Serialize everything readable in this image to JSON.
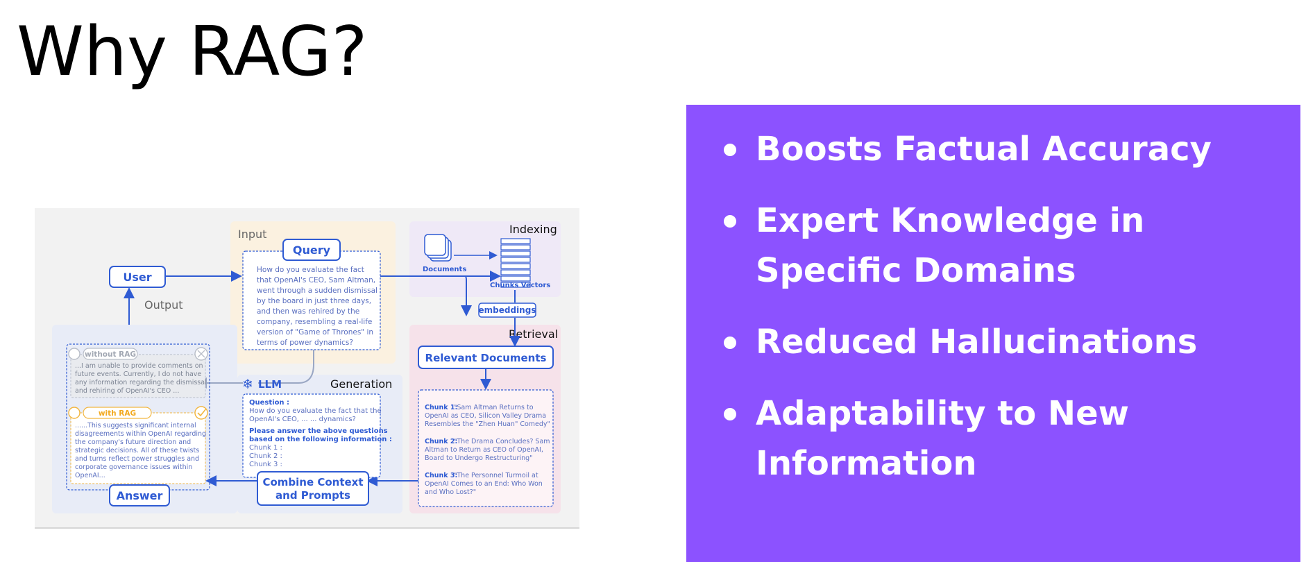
{
  "slide": {
    "title": "Why RAG?"
  },
  "bullets": [
    "Boosts Factual Accuracy",
    "Expert Knowledge in Specific Domains",
    "Reduced Hallucinations",
    "Adaptability to New Information"
  ],
  "colors": {
    "panel": "#8c52ff",
    "diagram_blue": "#2f5bd3"
  },
  "diagram": {
    "input_label": "Input",
    "output_label": "Output",
    "indexing_label": "Indexing",
    "retrieval_label": "Retrieval",
    "generation_label": "Generation",
    "user": "User",
    "query": "Query",
    "query_text": [
      "How do you evaluate the fact",
      "that OpenAI's CEO, Sam Altman,",
      "went through a sudden dismissal",
      "by the board in just three days,",
      "and then was rehired by the",
      "company, resembling a real-life",
      "version of \"Game of Thrones\" in",
      "terms of power dynamics?"
    ],
    "documents": "Documents",
    "chunks_vectors": "Chunks Vectors",
    "embeddings": "embeddings",
    "relevant_documents": "Relevant Documents",
    "chunk1_label": "Chunk 1:",
    "chunk1_text": [
      "\"Sam Altman Returns to",
      "OpenAI as CEO, Silicon Valley Drama",
      "Resembles the \"Zhen Huan\" Comedy\""
    ],
    "chunk2_label": "Chunk 2:",
    "chunk2_text": [
      "\"The Drama Concludes? Sam",
      "Altman to Return as CEO of OpenAI,",
      "Board to Undergo Restructuring\""
    ],
    "chunk3_label": "Chunk 3:",
    "chunk3_text": [
      "\"The Personnel Turmoil at",
      "OpenAI Comes to an End: Who Won",
      "and Who Lost?\""
    ],
    "llm": "LLM",
    "question_label": "Question :",
    "question_text": [
      "How do you evaluate the fact that the",
      "OpenAI's CEO, ... ... dynamics?"
    ],
    "instruction_text": [
      "Please answer the above questions",
      "based on the following information :"
    ],
    "chunk_list": [
      "Chunk 1 :",
      "Chunk 2 :",
      "Chunk 3 :"
    ],
    "combine": [
      "Combine Context",
      "and Prompts"
    ],
    "without_rag": "without RAG",
    "without_rag_text": [
      "...I am unable to provide comments on",
      "future events. Currently, I do not have",
      "any information regarding the dismissal",
      "and rehiring of OpenAI's CEO ..."
    ],
    "with_rag": "with RAG",
    "with_rag_text": [
      "......This suggests significant internal",
      "disagreements within OpenAI regarding",
      "the company's future direction and",
      "strategic decisions. All of these twists",
      "and turns reflect power struggles and",
      "corporate governance issues within",
      "OpenAI..."
    ],
    "answer": "Answer"
  }
}
